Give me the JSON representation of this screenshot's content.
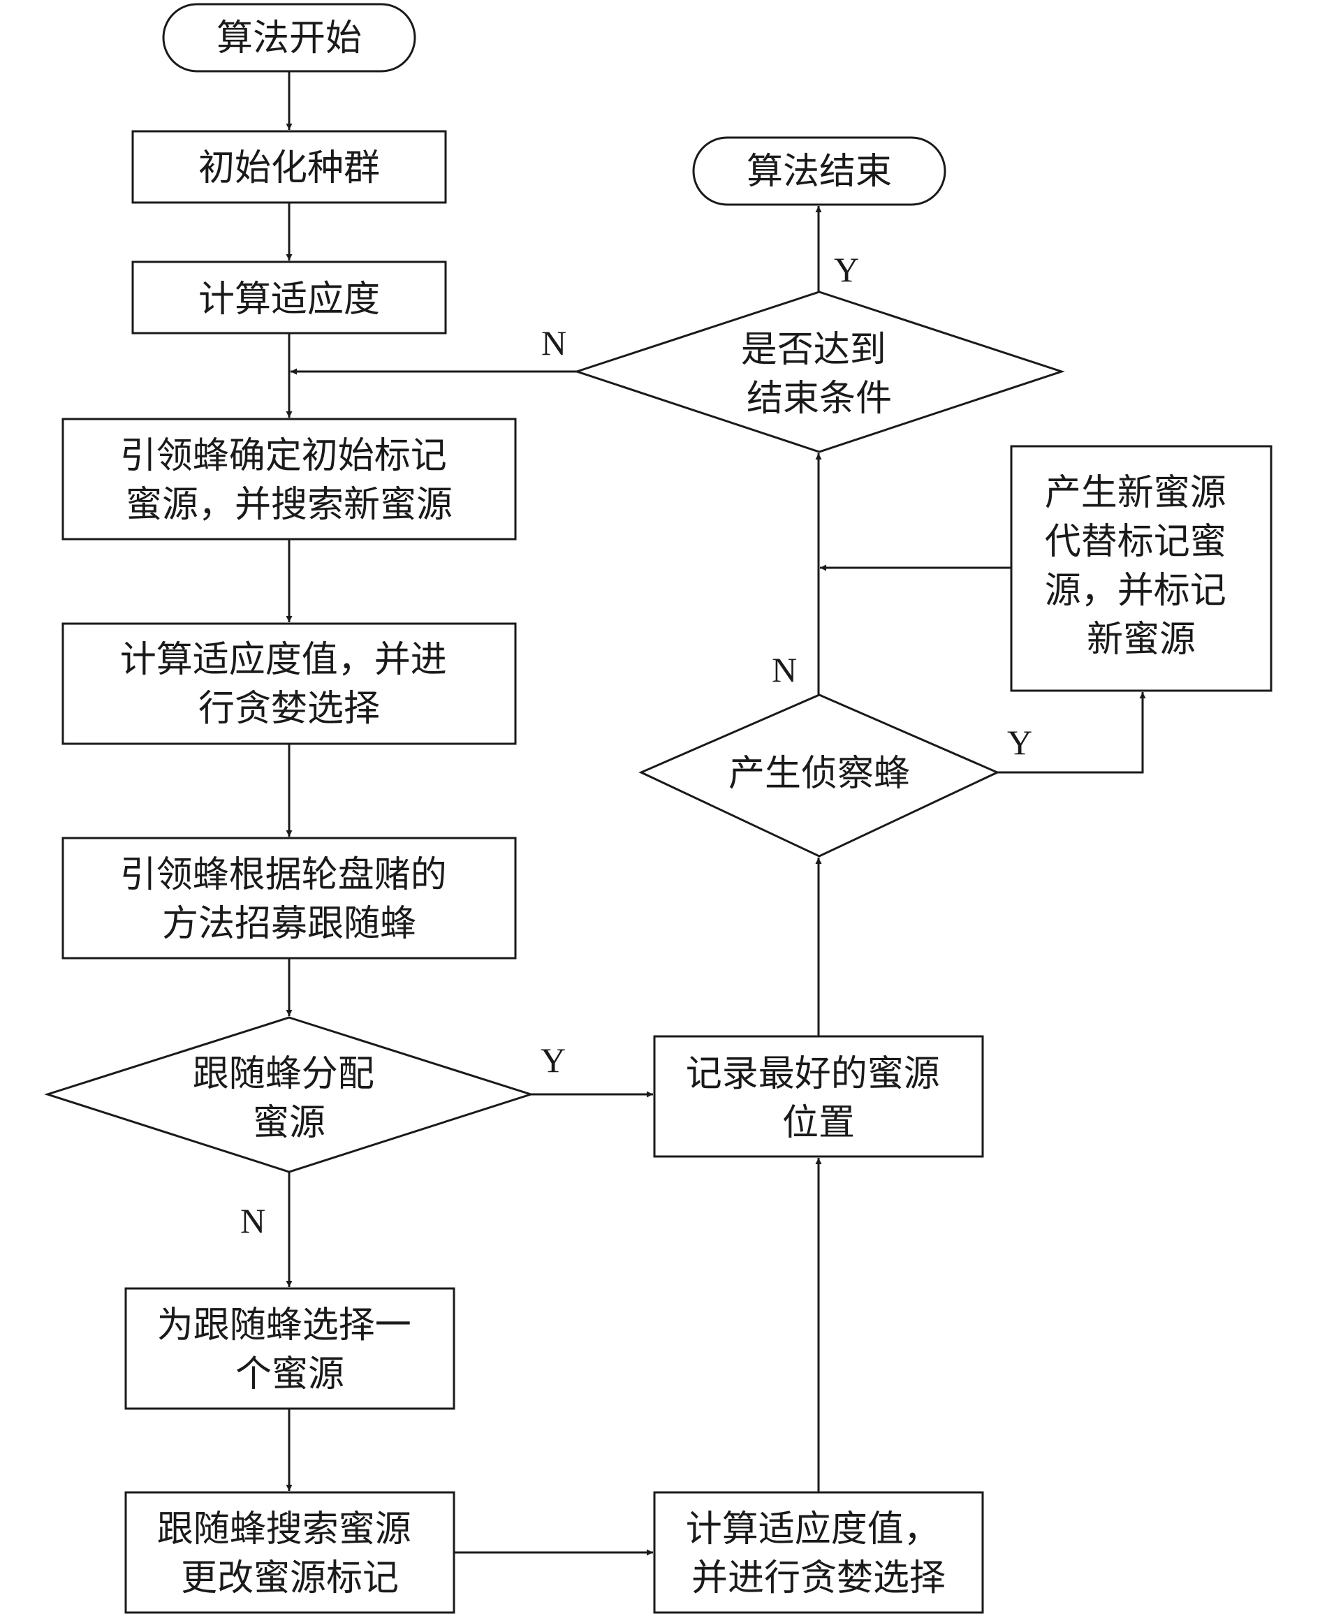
{
  "nodes": {
    "start": {
      "lines": [
        "算法开始"
      ]
    },
    "init": {
      "lines": [
        "初始化种群"
      ]
    },
    "fitness": {
      "lines": [
        "计算适应度"
      ]
    },
    "lead_search": {
      "lines": [
        "引领蜂确定初始标记",
        "蜜源，并搜索新蜜源"
      ]
    },
    "fitness_greedy_1": {
      "lines": [
        "计算适应度值，并进",
        "行贪婪选择"
      ]
    },
    "recruit": {
      "lines": [
        "引领蜂根据轮盘赌的",
        "方法招募跟随蜂"
      ]
    },
    "assign": {
      "lines": [
        "跟随蜂分配",
        "蜜源"
      ]
    },
    "choose": {
      "lines": [
        "为跟随蜂选择一",
        "个蜜源"
      ]
    },
    "follow_search": {
      "lines": [
        "跟随蜂搜索蜜源",
        "更改蜜源标记"
      ]
    },
    "fitness_greedy_2": {
      "lines": [
        "计算适应度值，",
        "并进行贪婪选择"
      ]
    },
    "record_best": {
      "lines": [
        "记录最好的蜜源",
        "位置"
      ]
    },
    "scout": {
      "lines": [
        "产生侦察蜂"
      ]
    },
    "replace": {
      "lines": [
        "产生新蜜源",
        "代替标记蜜",
        "源，并标记",
        "新蜜源"
      ]
    },
    "end_check": {
      "lines": [
        "是否达到",
        "结束条件"
      ]
    },
    "end": {
      "lines": [
        "算法结束"
      ]
    }
  },
  "edges": [
    {
      "id": "e-assign-record",
      "label": "Y"
    },
    {
      "id": "e-assign-choose",
      "label": "N"
    },
    {
      "id": "e-scout-replace",
      "label": "Y"
    },
    {
      "id": "e-scout-check",
      "label": "N"
    },
    {
      "id": "e-check-end",
      "label": "Y"
    },
    {
      "id": "e-check-loop",
      "label": "N"
    }
  ]
}
